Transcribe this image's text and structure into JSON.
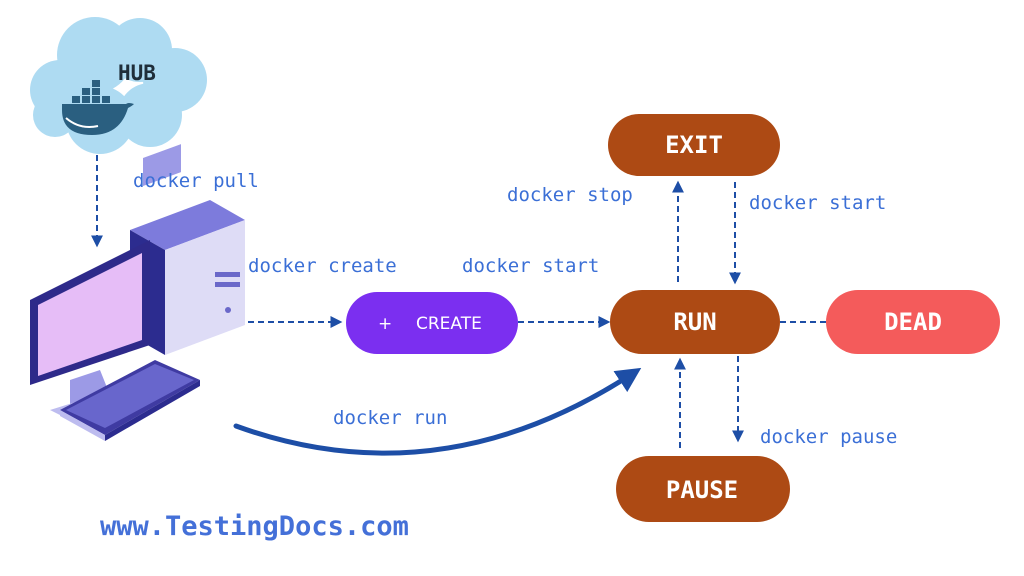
{
  "hub": {
    "label": "HUB"
  },
  "states": {
    "create": {
      "label": "CREATE",
      "prefix": "+"
    },
    "run": {
      "label": "RUN"
    },
    "exit": {
      "label": "EXIT"
    },
    "dead": {
      "label": "DEAD"
    },
    "pause": {
      "label": "PAUSE"
    }
  },
  "commands": {
    "pull": "docker pull",
    "create": "docker create",
    "start_to_run": "docker start",
    "stop": "docker stop",
    "start_from_exit": "docker start",
    "run": "docker run",
    "pause": "docker pause"
  },
  "footer": {
    "website": "www.TestingDocs.com"
  },
  "colors": {
    "state_brown": "#ad4a14",
    "create_purple": "#7b2ff0",
    "dead_red": "#f45b5b",
    "arrow_blue": "#1d4ea6",
    "command_text": "#3b6fd6"
  }
}
